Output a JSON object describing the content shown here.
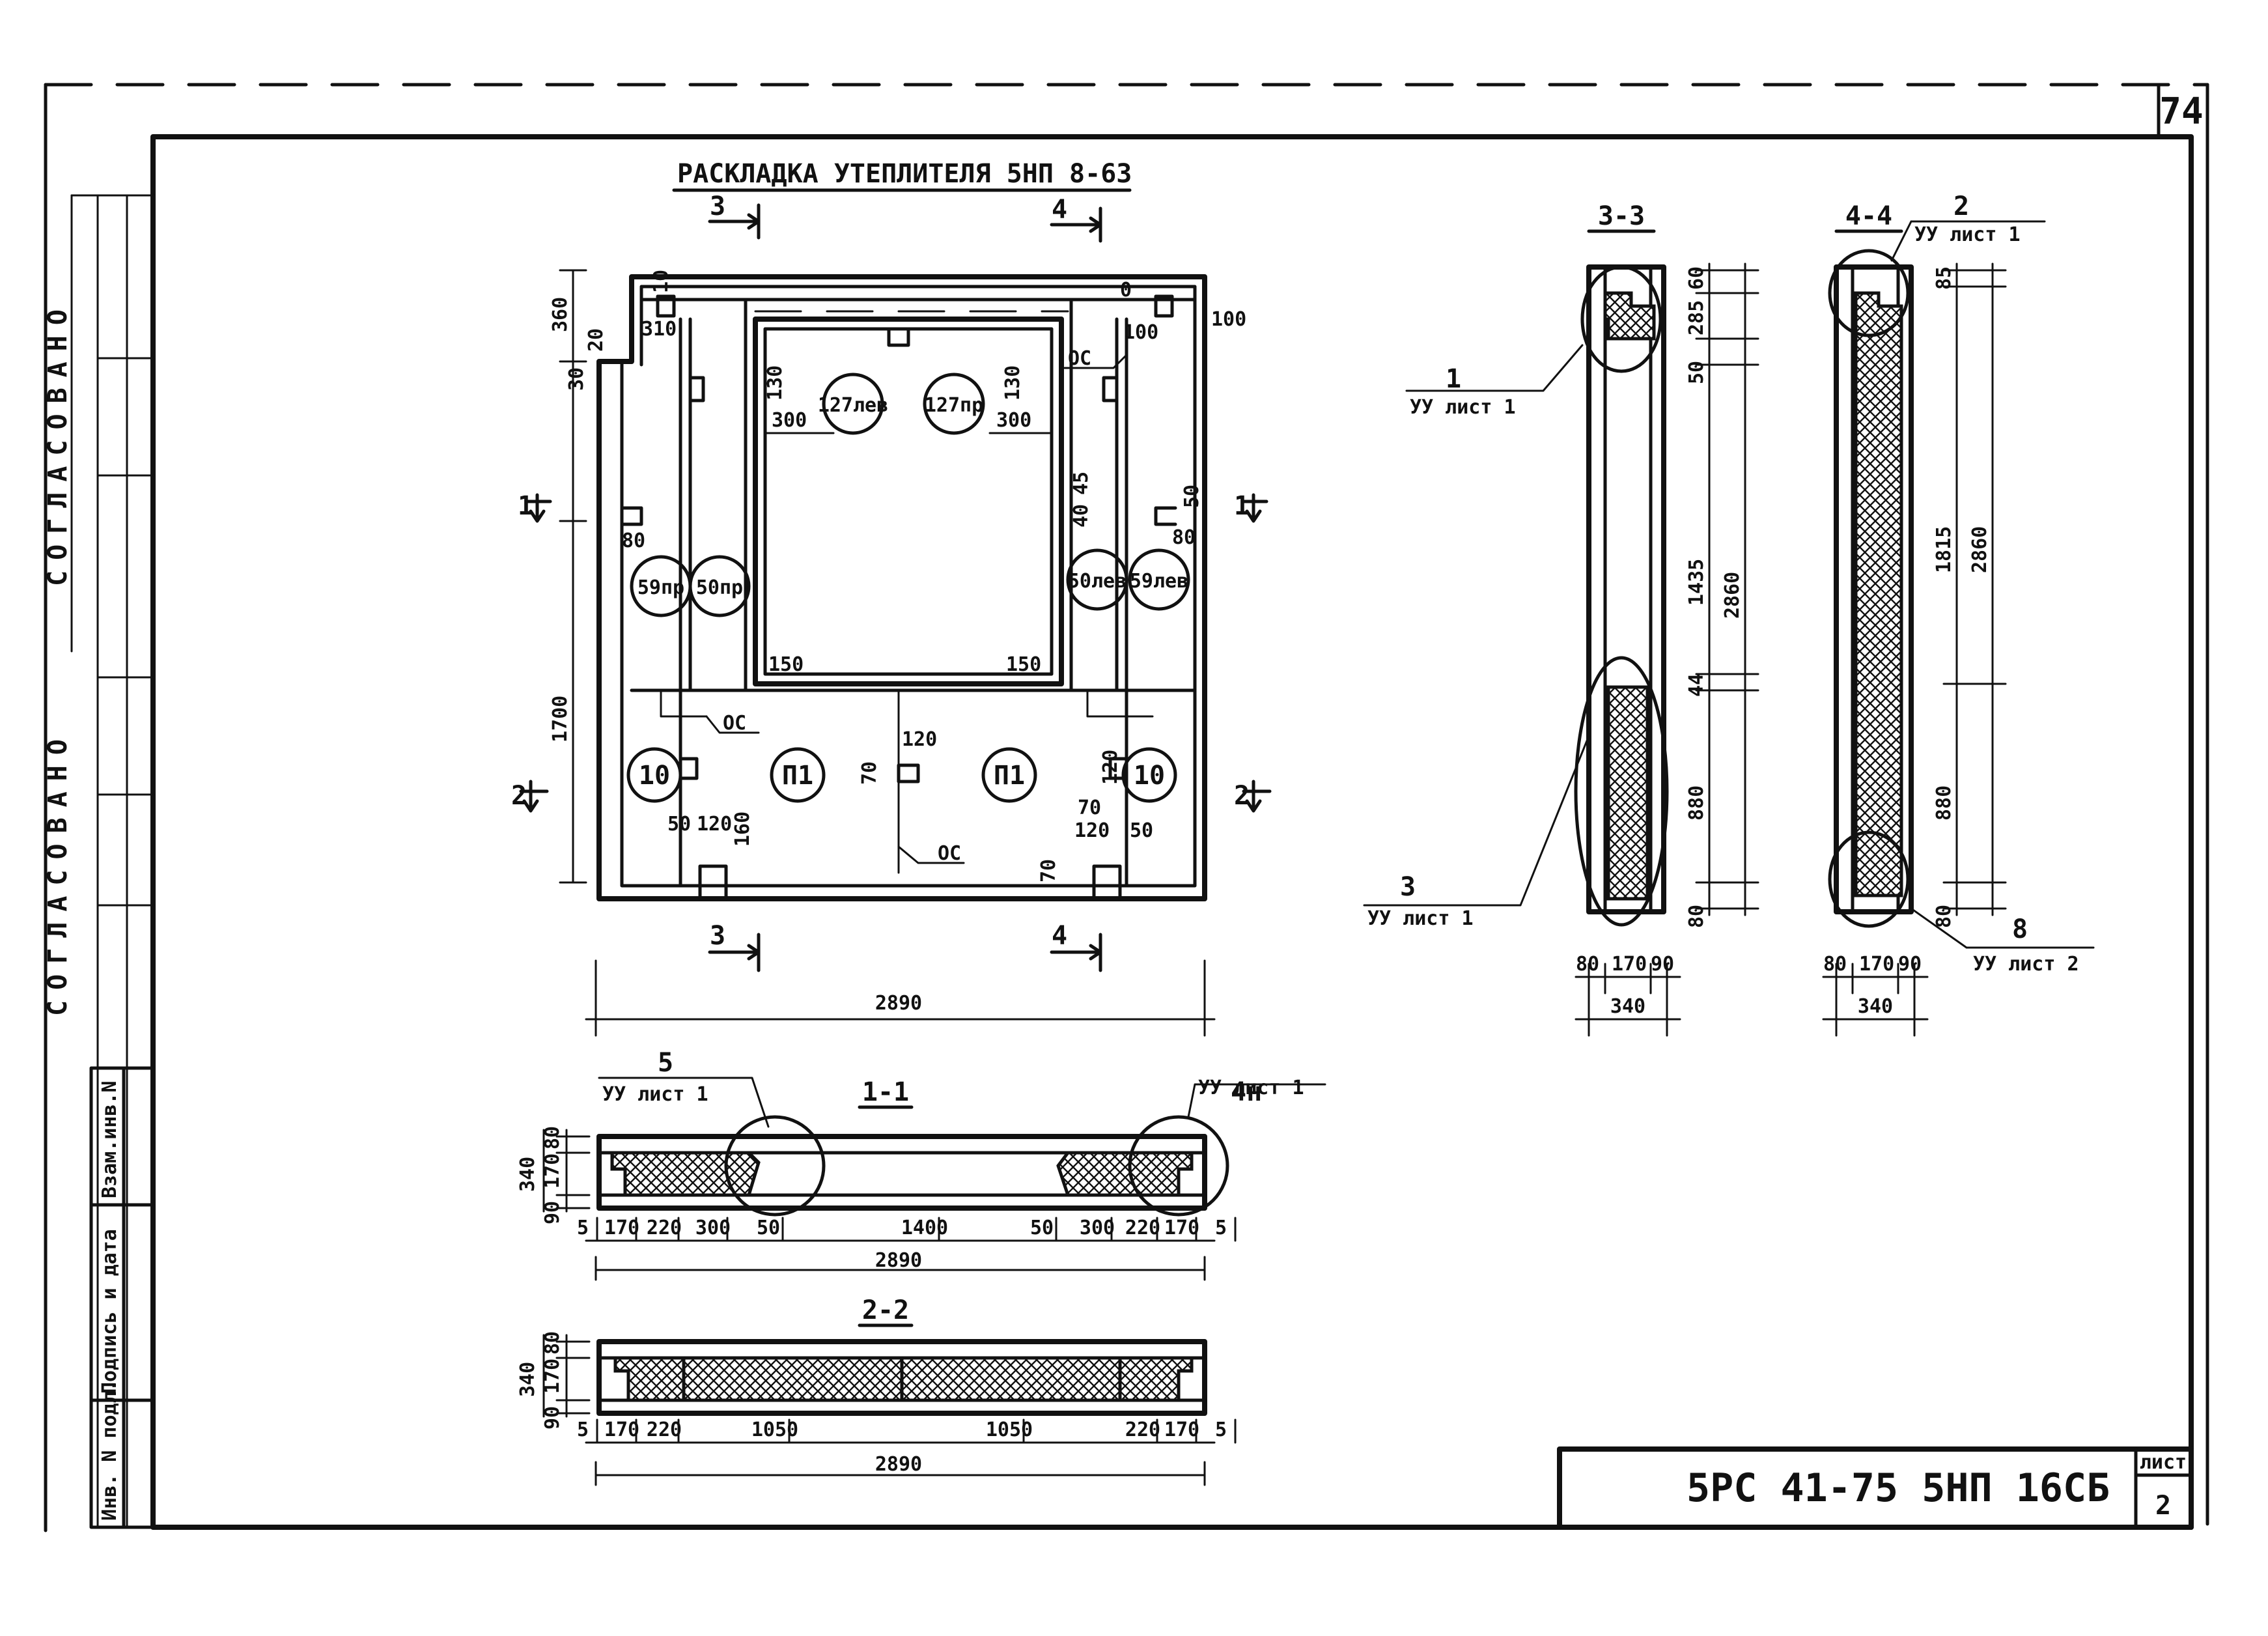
{
  "page_number": "74",
  "stamp": {
    "left_top": "СОГЛАСОВАНО",
    "left_bottom": "СОГЛАСОВАНО"
  },
  "side_block": {
    "inv_replace": "Взам.инв.N",
    "sign_date": "Подпись и дата",
    "inv_original": "Инв. N подл."
  },
  "plan": {
    "title": "РАСКЛАДКА УТЕПЛИТЕЛЯ 5НП 8-63",
    "sections": {
      "s1": "1",
      "s2": "2",
      "s3": "3",
      "s4": "4"
    },
    "marks": {
      "m127l": "127лев",
      "m127r": "127пр",
      "m59r": "59пр",
      "m50r": "50пр",
      "m50l": "50лев",
      "m59l": "59лев",
      "m10a": "10",
      "m10b": "10",
      "p1a": "П1",
      "p1b": "П1"
    },
    "labels": {
      "oc1": "ОС",
      "oc2": "ОС",
      "oc3": "ОС"
    },
    "dims": {
      "d360": "360",
      "d30": "30",
      "d45": "45",
      "d20": "20",
      "d10": "10",
      "d310": "310",
      "d0a": "0",
      "d100a": "100",
      "d100b": "100",
      "d130a": "130",
      "d300a": "300",
      "d130b": "130",
      "d300b": "300",
      "d50a": "50",
      "d40": "40",
      "d80a": "80",
      "d80b": "80",
      "d150a": "150",
      "d150b": "150",
      "d1700": "1700",
      "d120a": "120",
      "d70a": "70",
      "d120b": "120",
      "d70b": "70",
      "d50b": "50",
      "d120c": "120",
      "d160": "160",
      "d120d": "120",
      "d50c": "50",
      "d70c": "70",
      "d2890": "2890"
    }
  },
  "section11": {
    "title": "1-1",
    "callout_left": {
      "num": "5",
      "ref": "УУ лист 1"
    },
    "callout_right": {
      "num": "4н",
      "ref": "УУ лист 1"
    },
    "vdims": {
      "total": "340",
      "top": "80",
      "mid": "170",
      "bot": "90"
    },
    "hdims": [
      "5",
      "170",
      "220",
      "300",
      "50",
      "1400",
      "50",
      "300",
      "220",
      "170",
      "5"
    ],
    "overall": "2890"
  },
  "section22": {
    "title": "2-2",
    "vdims": {
      "total": "340",
      "top": "80",
      "mid": "170",
      "bot": "90"
    },
    "hdims": [
      "5",
      "170",
      "220",
      "1050",
      "1050",
      "220",
      "170",
      "5"
    ],
    "overall": "2890"
  },
  "section33": {
    "title": "3-3",
    "callout_top": {
      "num": "1",
      "ref": "УУ лист 1"
    },
    "callout_bottom": {
      "num": "3",
      "ref": "УУ лист 1"
    },
    "vdims": {
      "d60": "60",
      "d285": "285",
      "d50": "50",
      "d1435": "1435",
      "d44": "44",
      "d880": "880",
      "d80": "80",
      "total": "2860"
    },
    "hdims": {
      "a": "80",
      "b": "170",
      "c": "90",
      "total": "340"
    }
  },
  "section44": {
    "title": "4-4",
    "callout_top": {
      "num": "2",
      "ref": "УУ лист 1"
    },
    "callout_bottom": {
      "num": "8",
      "ref": "УУ лист 2"
    },
    "vdims": {
      "d85": "85",
      "d1815": "1815",
      "d880": "880",
      "d80": "80",
      "total": "2860"
    },
    "hdims": {
      "a": "80",
      "b": "170",
      "c": "90",
      "total": "340"
    }
  },
  "title_block": {
    "code": "5РС 41-75 5НП 16СБ",
    "sheet_label": "лист",
    "sheet_number": "2"
  }
}
